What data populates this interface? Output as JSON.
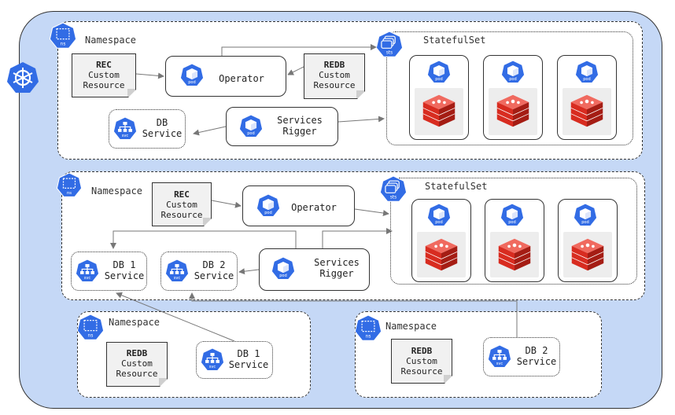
{
  "labels": {
    "namespace": "Namespace",
    "statefulset": "StatefulSet",
    "operator": "Operator",
    "services_rigger": [
      "Services",
      "Rigger"
    ],
    "rec": [
      "REC",
      "Custom",
      "Resource"
    ],
    "redb": [
      "REDB",
      "Custom",
      "Resource"
    ],
    "db_service": [
      "DB",
      "Service"
    ],
    "db1_service": [
      "DB 1",
      "Service"
    ],
    "db2_service": [
      "DB 2",
      "Service"
    ]
  },
  "icons": {
    "cluster": "kubernetes-helm-icon",
    "namespace": "ns-icon",
    "statefulset": "sts-icon",
    "pod": "pod-icon",
    "service": "svc-icon",
    "redis": "redis-icon"
  },
  "icon_text": {
    "ns": "ns",
    "sts": "sts",
    "pod": "pod",
    "svc": "svc"
  },
  "colors": {
    "k8s_blue": "#326ce5",
    "cluster_bg": "#c5d8f6",
    "redis_red": "#d82c20",
    "note_bg": "#f1f1f1"
  }
}
